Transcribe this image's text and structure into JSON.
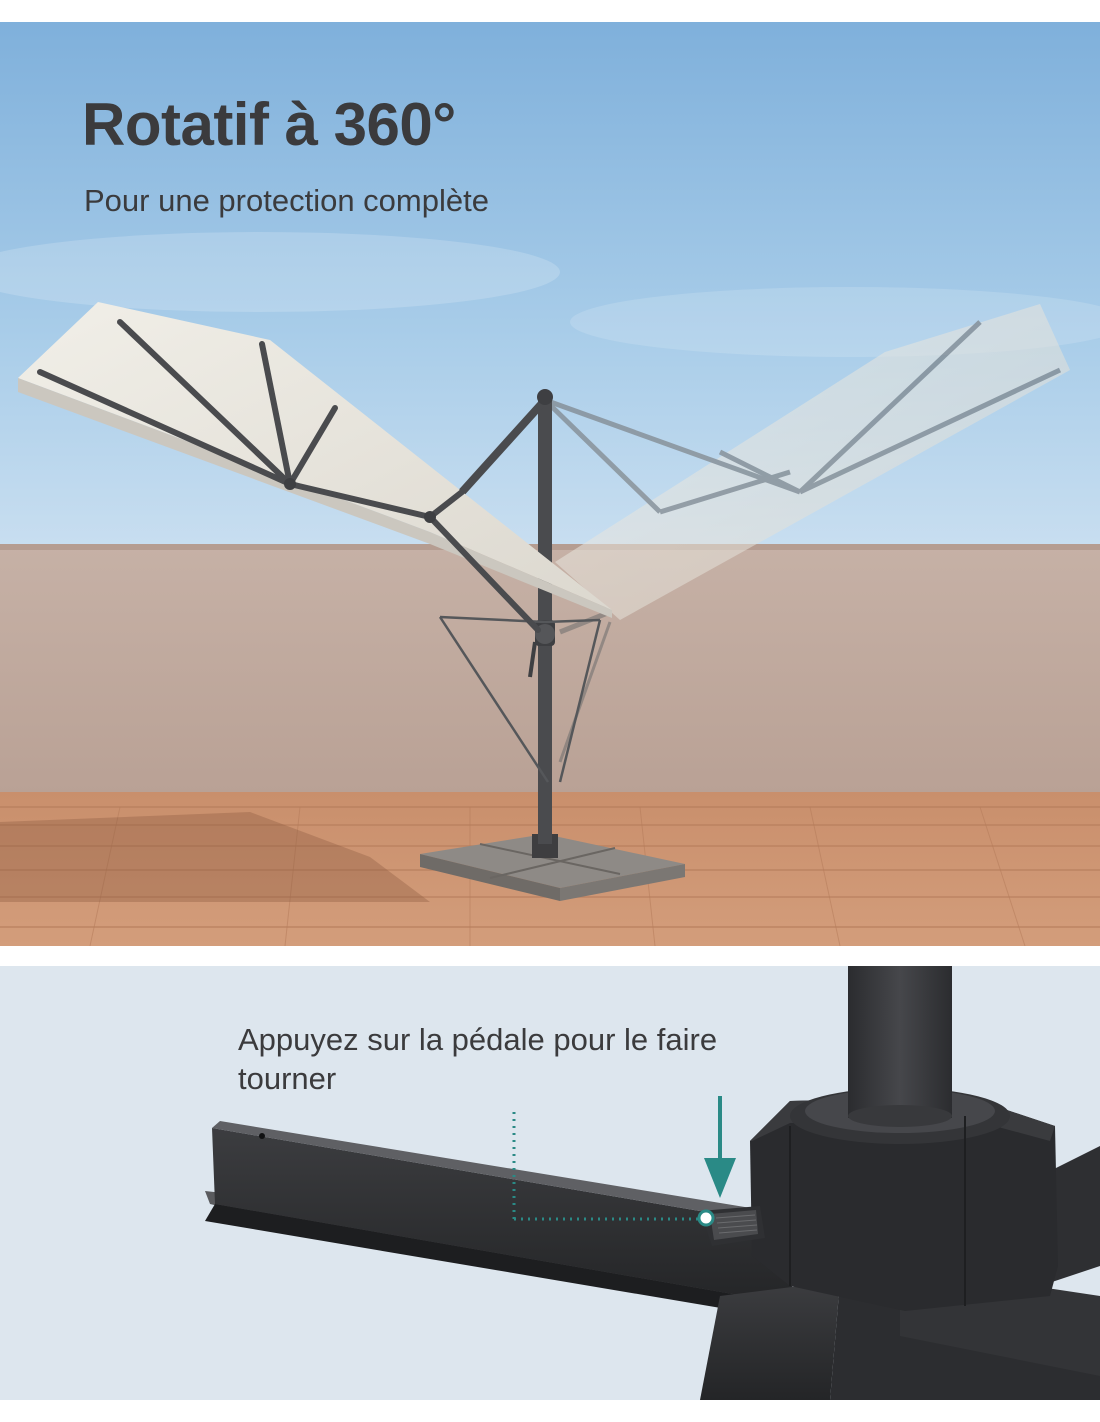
{
  "top_panel": {
    "headline": "Rotatif à 360°",
    "subline": "Pour une protection complète"
  },
  "bottom_panel": {
    "callout": "Appuyez sur la pédale pour le faire tourner",
    "accent_color": "#2a8a86"
  },
  "icons": [
    "umbrella-illustration",
    "cross-base-illustration",
    "down-arrow-icon",
    "pedal-marker-icon"
  ]
}
